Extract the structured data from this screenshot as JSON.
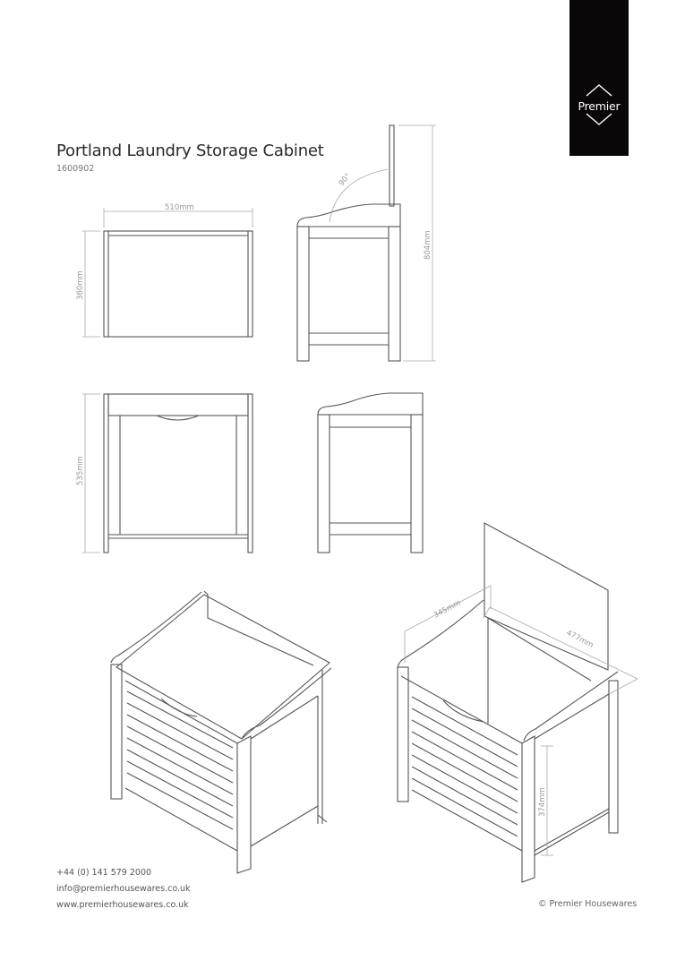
{
  "brand": {
    "logo_text": "Premier",
    "bg_color": "#0a0708"
  },
  "product": {
    "title": "Portland Laundry Storage Cabinet",
    "code": "1600902"
  },
  "dimensions": {
    "width": "510mm",
    "depth": "360mm",
    "height_open": "804mm",
    "angle": "90°",
    "height_closed": "535mm",
    "inner_depth": "345mm",
    "inner_width": "477mm",
    "inner_height": "374mm"
  },
  "contact": {
    "phone": "+44 (0) 141 579 2000",
    "email": "info@premierhousewares.co.uk",
    "website": "www.premierhousewares.co.uk"
  },
  "footer": {
    "copyright": "© Premier Housewares"
  },
  "colors": {
    "line": "#555555",
    "dimension": "#aaaaaa"
  }
}
